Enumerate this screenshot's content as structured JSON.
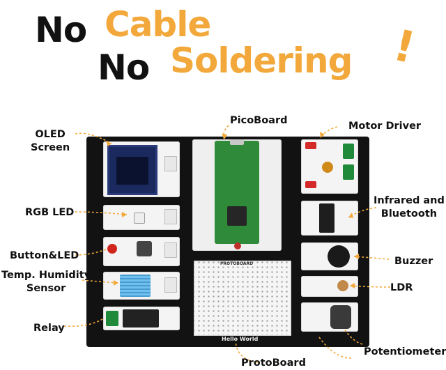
{
  "headline": {
    "line1_a": "No",
    "line1_b": "Cable",
    "line2_a": "No",
    "line2_b": "Soldering",
    "mark": "!"
  },
  "labels": {
    "oled": "OLED\nScreen",
    "rgb_led": "RGB LED",
    "button_led": "Button&LED",
    "temp_humidity": "Temp. Humidity\nSensor",
    "relay": "Relay",
    "picoboard": "PicoBoard",
    "protoboard": "ProtoBoard",
    "motor_driver": "Motor Driver",
    "infrared_bluetooth": "Infrared and\nBluetooth",
    "buzzer": "Buzzer",
    "ldr": "LDR",
    "potentiometer": "Potentiometer"
  },
  "board_text": {
    "protoboard_silk": "PROTOBOARD",
    "hello": "Hello World"
  },
  "colors": {
    "accent_orange": "#f2a83a",
    "board": "#121212",
    "pcb_green": "#2f8a3a"
  }
}
